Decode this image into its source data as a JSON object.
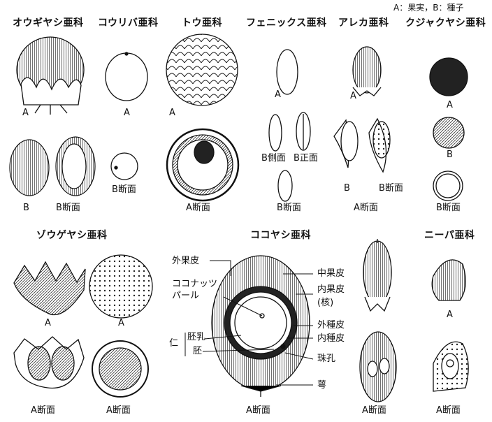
{
  "legend": "A：果実，B：種子",
  "families_top": {
    "f1": "オウギヤシ亜科",
    "f2": "コウリバ亜科",
    "f3": "トウ亜科",
    "f4": "フェニックス亜科",
    "f5": "アレカ亜科",
    "f6": "クジャクヤシ亜科"
  },
  "families_bottom": {
    "f7": "ゾウゲヤシ亜科",
    "f8": "ココヤシ亜科",
    "f9": "ニーパ亜科"
  },
  "labels": {
    "A": "A",
    "B": "B",
    "A_section": "A断面",
    "B_section": "B断面",
    "B_side": "B側面",
    "B_front": "B正面"
  },
  "coconut_parts": {
    "exocarp": "外果皮",
    "coconut_pearl": "ココナッツ\nパール",
    "kernel": "仁",
    "endosperm": "胚乳",
    "embryo": "胚",
    "mesocarp": "中果皮",
    "endocarp": "内果皮\n(核)",
    "outer_seed_coat": "外種皮",
    "inner_seed_coat": "内種皮",
    "micropyle": "珠孔",
    "calyx": "萼"
  }
}
